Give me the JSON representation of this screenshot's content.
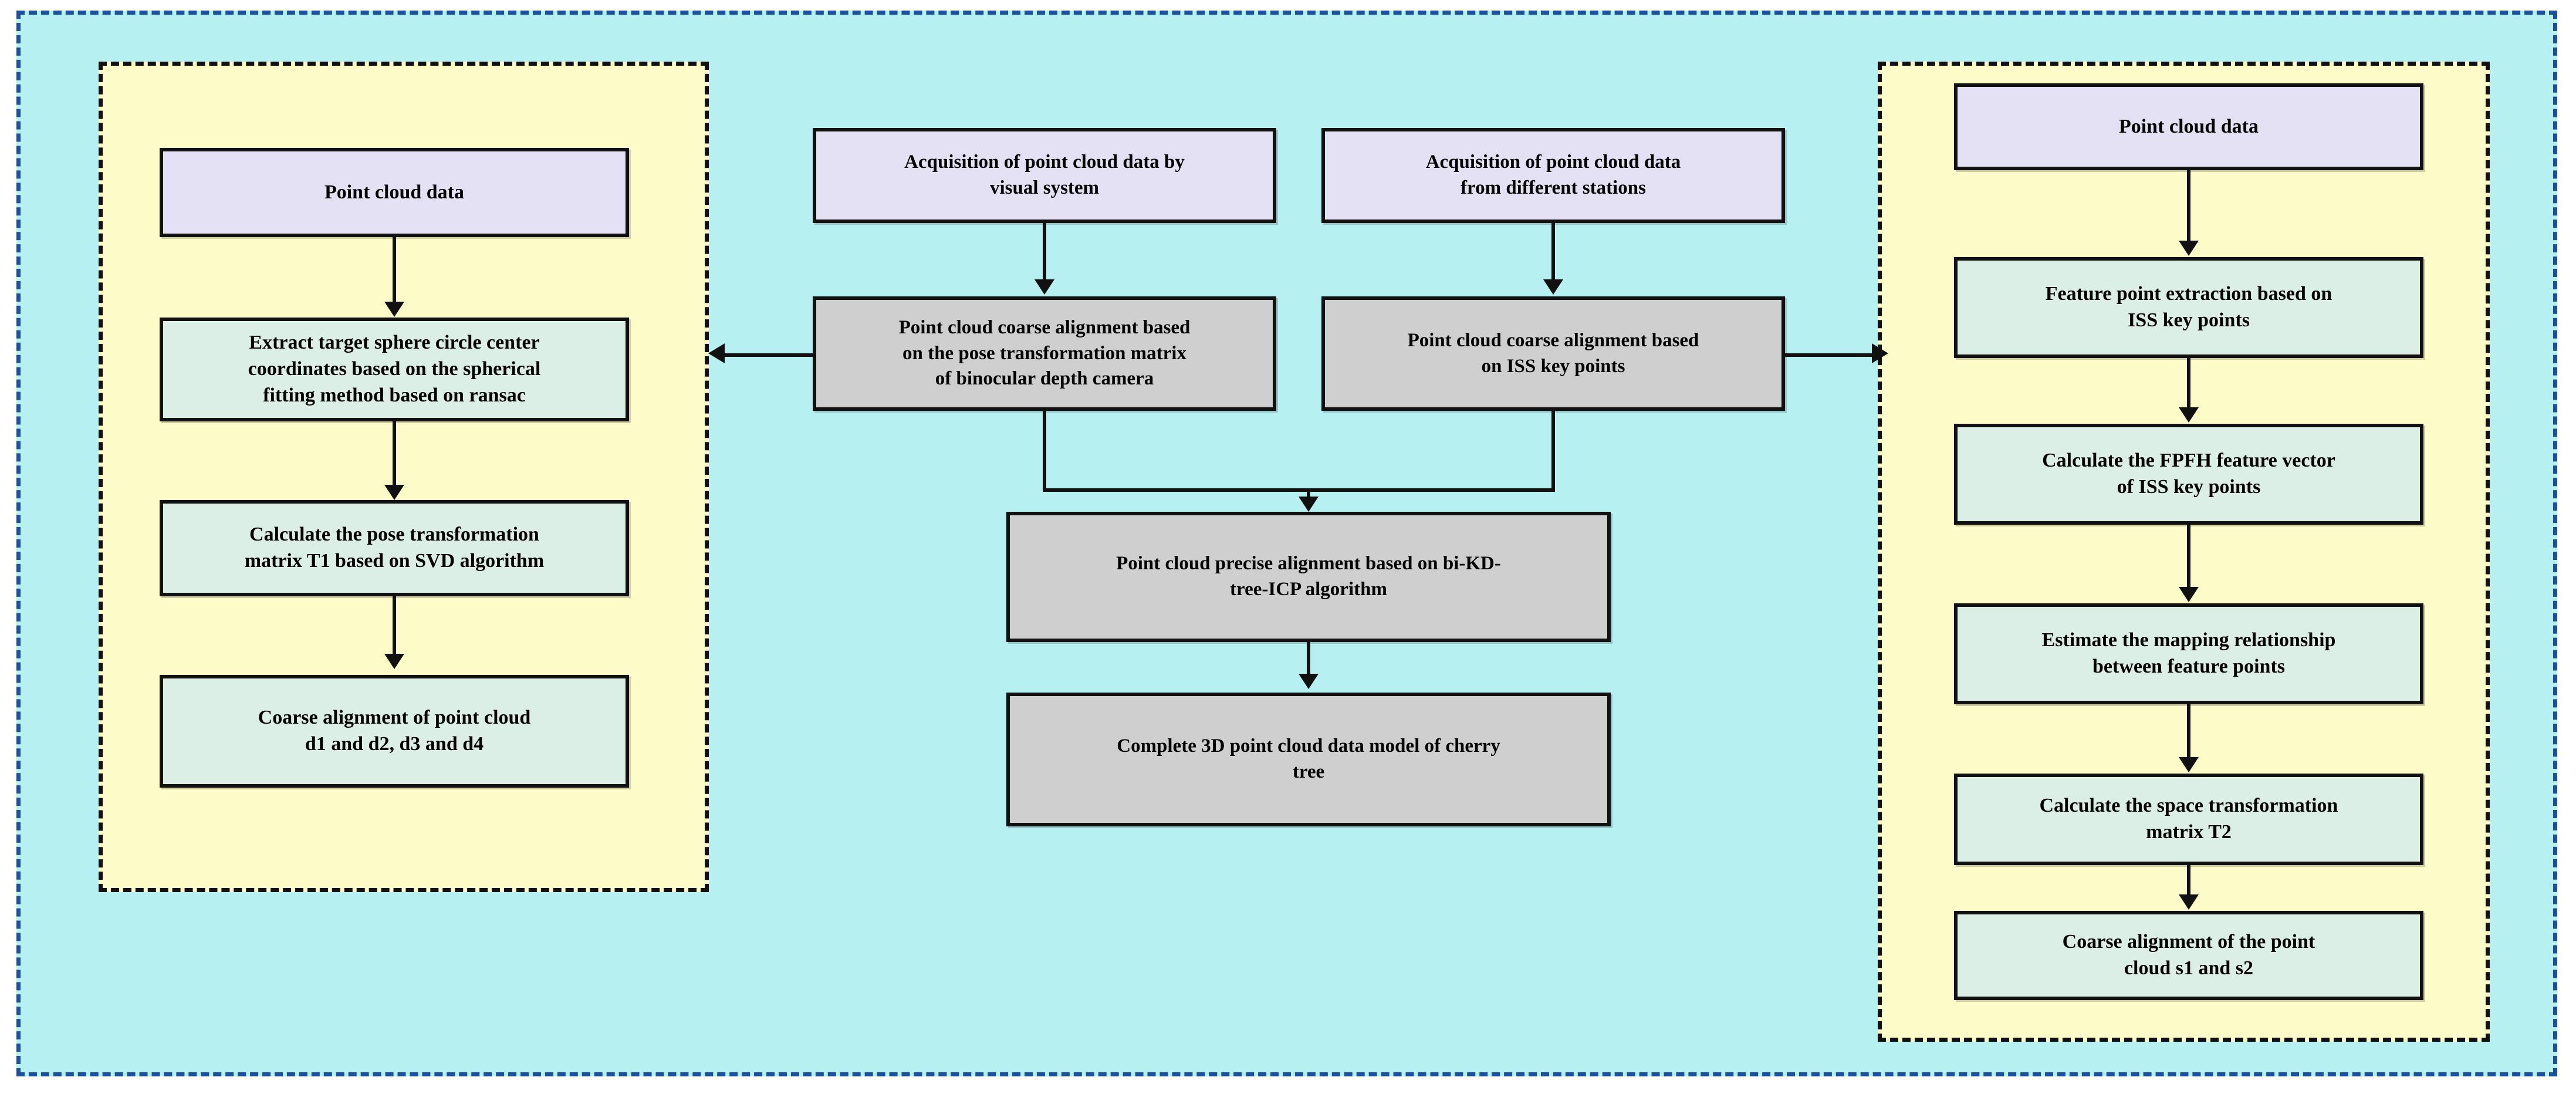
{
  "diagram": {
    "title_visible": false,
    "colors": {
      "outer_region_bg": "#b6f0f0",
      "outer_region_border": "#1d4fa0",
      "sub_region_bg": "#fdfbc8",
      "sub_region_border": "#111111",
      "input_node_fill": "#e4e1f4",
      "process_node_fill": "#dcefe7",
      "pipeline_node_fill": "#cfcfcf",
      "node_border": "#111111",
      "arrow": "#111111"
    },
    "left_branch": {
      "nodes": [
        {
          "id": "l1",
          "label": "Point cloud data",
          "fill": "input"
        },
        {
          "id": "l2",
          "label": "Extract target sphere circle center\ncoordinates based on the spherical\nfitting method based on ransac",
          "fill": "process"
        },
        {
          "id": "l3",
          "label": "Calculate the pose transformation\nmatrix T1 based on SVD algorithm",
          "fill": "process"
        },
        {
          "id": "l4",
          "label": "Coarse alignment of point cloud\nd1 and d2, d3 and d4",
          "fill": "process"
        }
      ]
    },
    "center_branch": {
      "nodes": [
        {
          "id": "c1",
          "label": "Acquisition of point cloud data by\nvisual system",
          "fill": "input"
        },
        {
          "id": "c2",
          "label": "Acquisition of point cloud data\nfrom different stations",
          "fill": "input"
        },
        {
          "id": "c3",
          "label": "Point cloud coarse alignment based\non the pose transformation matrix\nof binocular depth camera",
          "fill": "pipeline"
        },
        {
          "id": "c4",
          "label": "Point cloud coarse alignment based\non ISS key points",
          "fill": "pipeline"
        },
        {
          "id": "c5",
          "label": "Point cloud precise alignment based on bi-KD-\ntree-ICP algorithm",
          "fill": "pipeline"
        },
        {
          "id": "c6",
          "label": "Complete 3D point cloud data model of cherry\ntree",
          "fill": "pipeline"
        }
      ]
    },
    "right_branch": {
      "nodes": [
        {
          "id": "r1",
          "label": "Point cloud data",
          "fill": "input"
        },
        {
          "id": "r2",
          "label": "Feature point extraction based on\nISS key points",
          "fill": "process"
        },
        {
          "id": "r3",
          "label": "Calculate the FPFH feature vector\nof ISS key points",
          "fill": "process"
        },
        {
          "id": "r4",
          "label": "Estimate the mapping relationship\nbetween feature points",
          "fill": "process"
        },
        {
          "id": "r5",
          "label": "Calculate the space transformation\nmatrix T2",
          "fill": "process"
        },
        {
          "id": "r6",
          "label": "Coarse alignment of the point\ncloud  s1 and s2",
          "fill": "process"
        }
      ]
    },
    "edges": [
      {
        "from": "l1",
        "to": "l2",
        "dir": "down"
      },
      {
        "from": "l2",
        "to": "l3",
        "dir": "down"
      },
      {
        "from": "l3",
        "to": "l4",
        "dir": "down"
      },
      {
        "from": "c1",
        "to": "c3",
        "dir": "down"
      },
      {
        "from": "c2",
        "to": "c4",
        "dir": "down"
      },
      {
        "from": "c3",
        "to": "left-region",
        "dir": "left"
      },
      {
        "from": "c4",
        "to": "right-region",
        "dir": "right"
      },
      {
        "from": "c3",
        "to": "c5",
        "dir": "merge-down"
      },
      {
        "from": "c4",
        "to": "c5",
        "dir": "merge-down"
      },
      {
        "from": "c5",
        "to": "c6",
        "dir": "down"
      },
      {
        "from": "r1",
        "to": "r2",
        "dir": "down"
      },
      {
        "from": "r2",
        "to": "r3",
        "dir": "down"
      },
      {
        "from": "r3",
        "to": "r4",
        "dir": "down"
      },
      {
        "from": "r4",
        "to": "r5",
        "dir": "down"
      },
      {
        "from": "r5",
        "to": "r6",
        "dir": "down"
      }
    ]
  }
}
